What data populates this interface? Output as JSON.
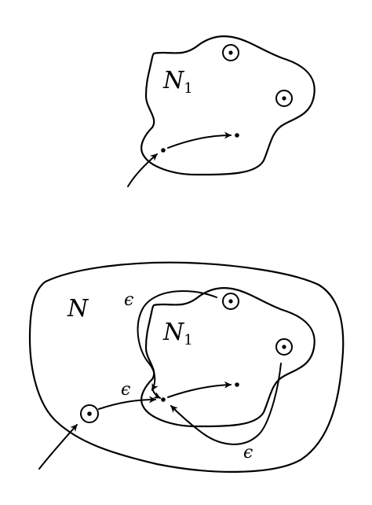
{
  "top_diagram": {
    "region_label": {
      "main": "N",
      "sub": "1"
    }
  },
  "bottom_diagram": {
    "outer_label": "N",
    "inner_label": {
      "main": "N",
      "sub": "1"
    },
    "epsilon_labels": [
      "ϵ",
      "ϵ",
      "ϵ"
    ]
  }
}
